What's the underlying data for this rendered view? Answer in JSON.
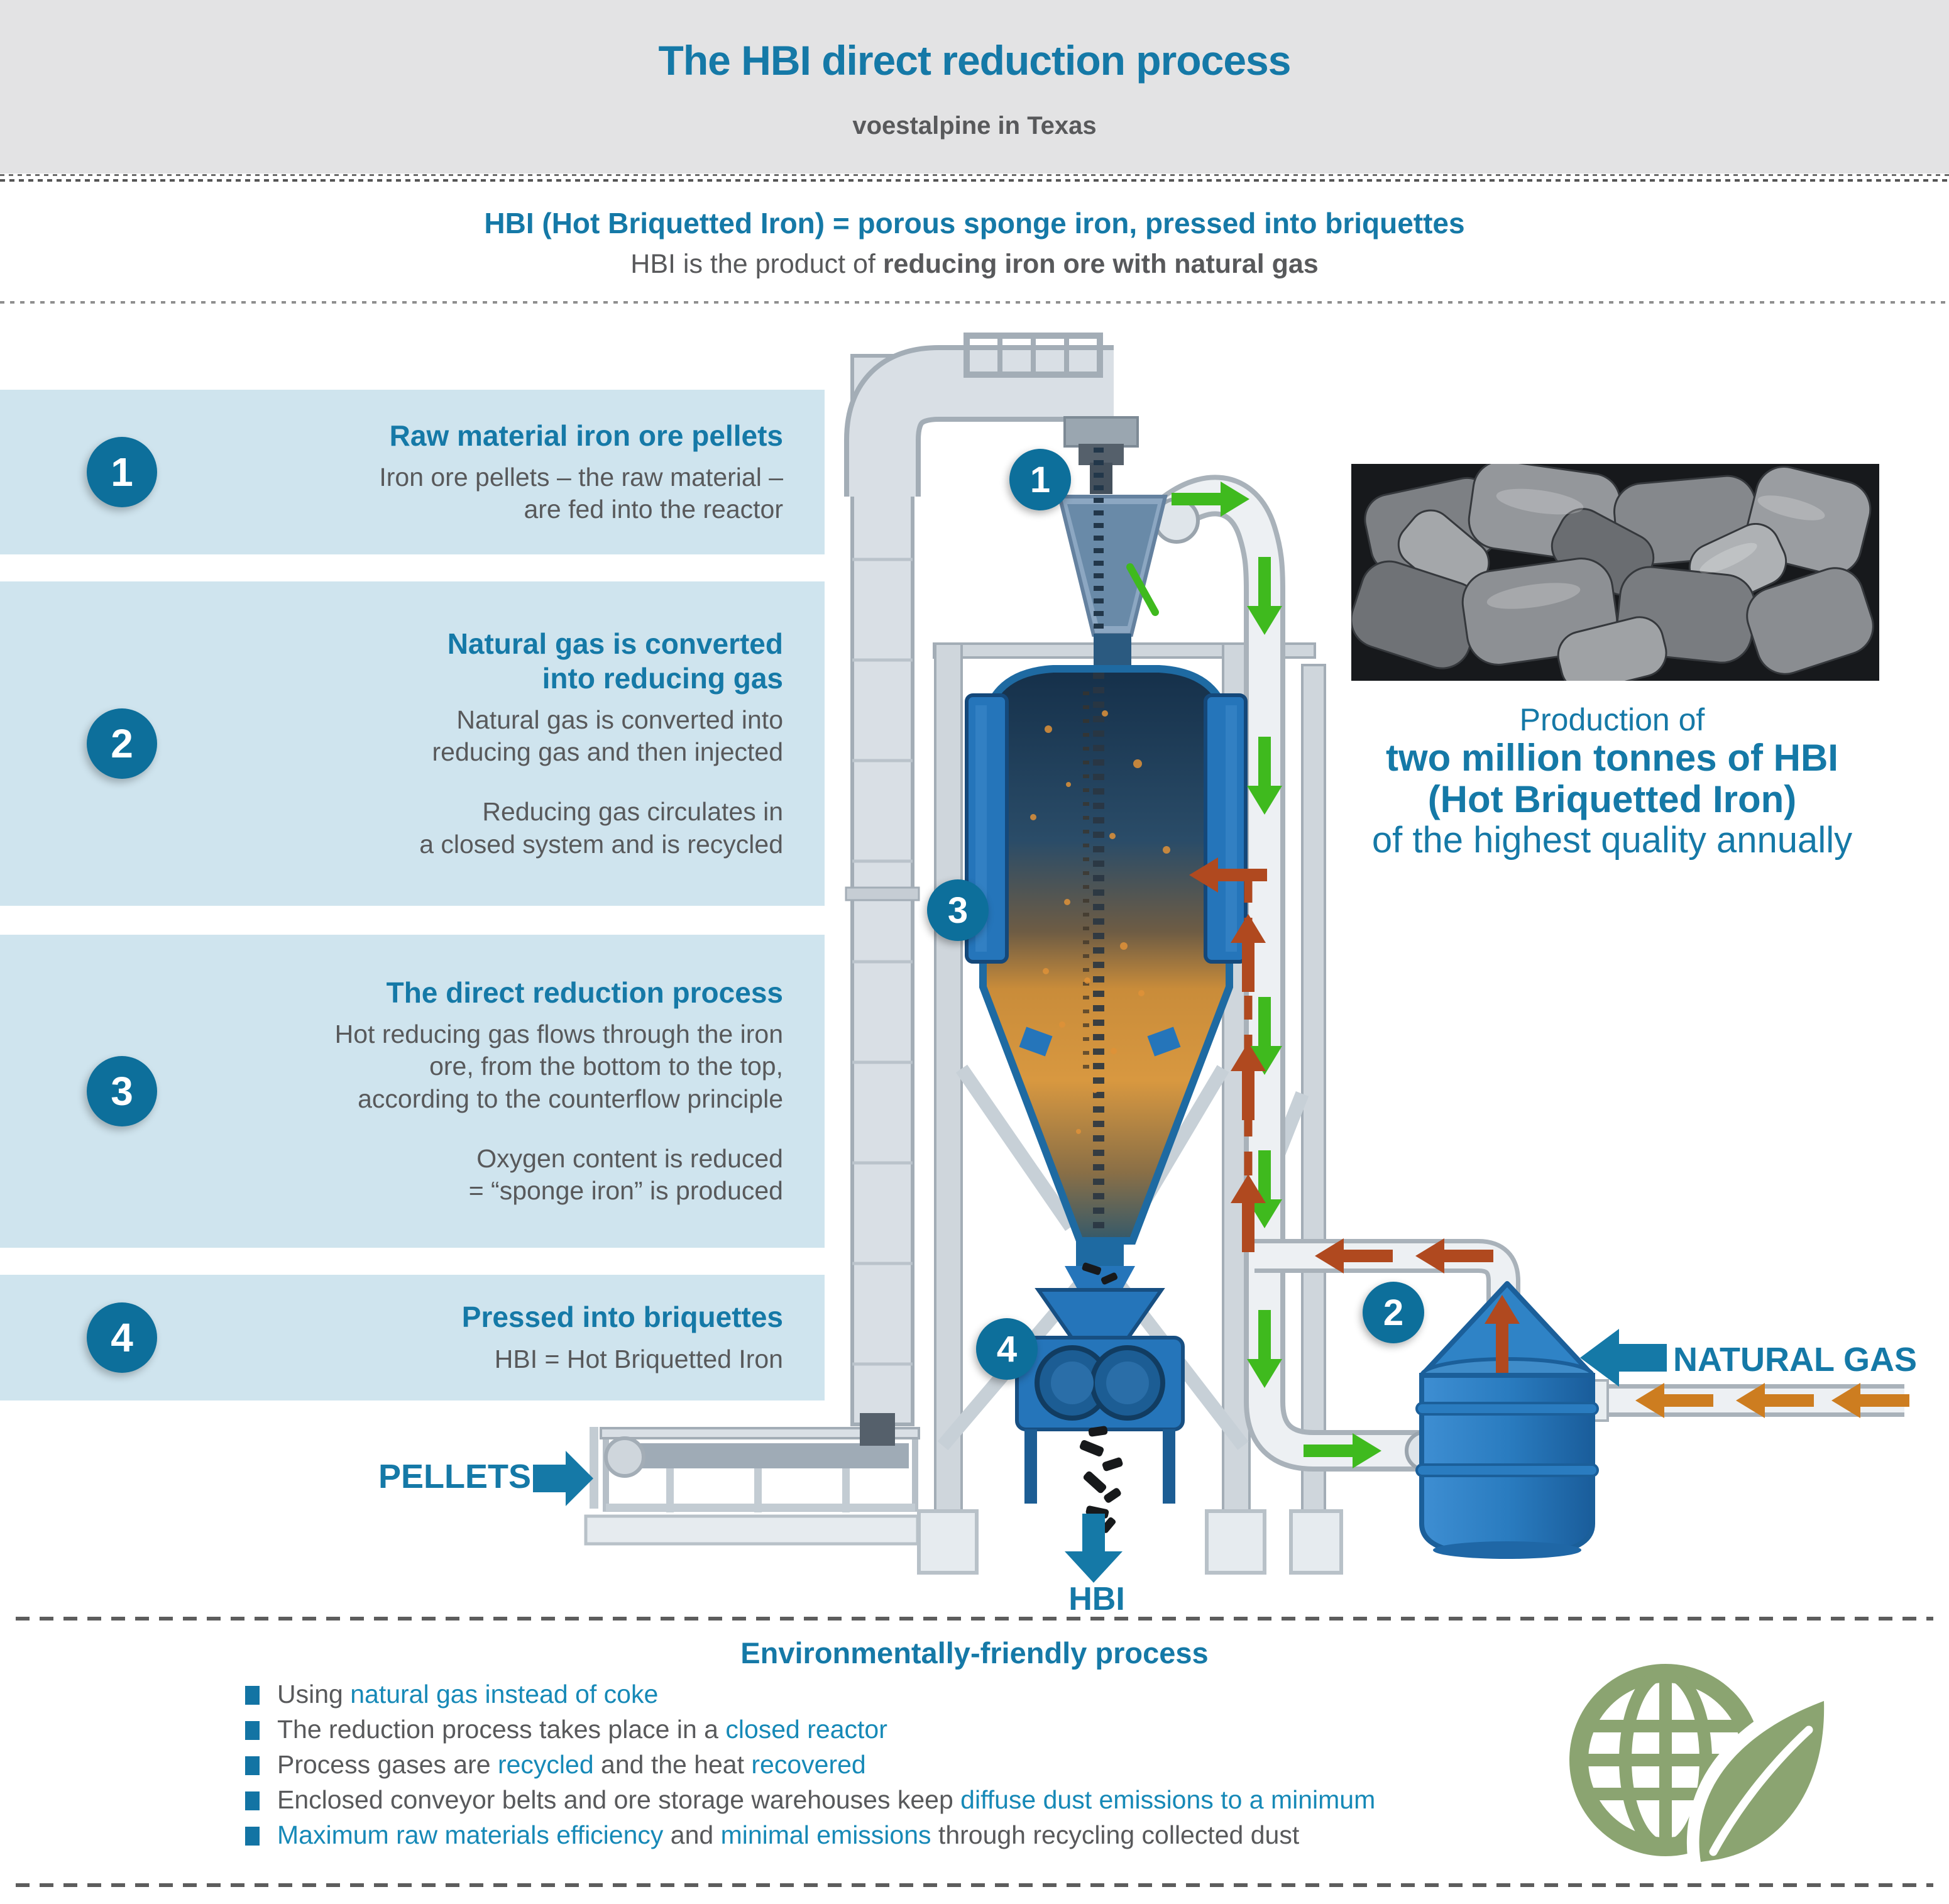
{
  "colors": {
    "teal": "#1579a7",
    "teal_bright": "#1689b7",
    "badge_blue": "#0d6f9b",
    "box_blue": "#cfe4ee",
    "header_gray": "#e3e3e4",
    "text_gray": "#58595b",
    "machine_blue": "#2575ba",
    "green_arrow": "#3fba1e",
    "rust_arrow": "#b0491f",
    "orange_arrow": "#cd7d20",
    "globe_green": "#8ba471"
  },
  "header": {
    "title": "The HBI direct reduction process",
    "subtitle": "voestalpine in Texas"
  },
  "intro": {
    "line1": "HBI (Hot Briquetted Iron) = porous sponge iron, pressed into briquettes",
    "line2_segments": [
      {
        "text": "HBI is the product of ",
        "style": "plain"
      },
      {
        "text": "reducing iron ore with natural gas",
        "style": "bold"
      }
    ]
  },
  "steps": [
    {
      "number": "1",
      "title": "Raw material iron ore pellets",
      "body": [
        "Iron ore pellets – the raw material –\nare fed into the reactor"
      ]
    },
    {
      "number": "2",
      "title": "Natural gas is converted\ninto reducing gas",
      "body": [
        "Natural gas is converted into\nreducing gas and then injected",
        "Reducing gas circulates in\na closed system and is recycled"
      ]
    },
    {
      "number": "3",
      "title": "The direct reduction process",
      "body": [
        "Hot reducing gas flows through the iron\nore, from the bottom to the top,\naccording to the counterflow principle",
        "Oxygen content is reduced\n= “sponge iron” is produced"
      ]
    },
    {
      "number": "4",
      "title": "Pressed into briquettes",
      "body": [
        "HBI = Hot Briquetted Iron"
      ]
    }
  ],
  "diagram": {
    "badges": [
      "1",
      "2",
      "3",
      "4"
    ],
    "pellets_label": "PELLETS",
    "natural_gas_label": "NATURAL GAS",
    "hbi_label": "HBI"
  },
  "production": {
    "line1": "Production of",
    "line2": "two million tonnes of HBI",
    "line3": "(Hot Briquetted Iron)",
    "line4": "of the highest quality annually"
  },
  "environment": {
    "heading": "Environmentally-friendly process",
    "bullets": [
      {
        "segments": [
          {
            "text": "Using ",
            "style": "plain"
          },
          {
            "text": "natural gas instead of coke",
            "style": "teal"
          }
        ]
      },
      {
        "segments": [
          {
            "text": "The reduction process takes place in a ",
            "style": "plain"
          },
          {
            "text": "closed reactor",
            "style": "teal"
          }
        ]
      },
      {
        "segments": [
          {
            "text": "Process gases are ",
            "style": "plain"
          },
          {
            "text": "recycled",
            "style": "teal"
          },
          {
            "text": " and the heat ",
            "style": "plain"
          },
          {
            "text": "recovered",
            "style": "teal"
          }
        ]
      },
      {
        "segments": [
          {
            "text": "Enclosed conveyor belts and ore storage warehouses keep ",
            "style": "plain"
          },
          {
            "text": "diffuse dust emissions to a minimum",
            "style": "teal"
          }
        ]
      },
      {
        "segments": [
          {
            "text": "Maximum raw materials efficiency",
            "style": "teal"
          },
          {
            "text": " and ",
            "style": "plain"
          },
          {
            "text": "minimal emissions",
            "style": "teal"
          },
          {
            "text": " through recycling collected dust",
            "style": "plain"
          }
        ]
      }
    ]
  }
}
